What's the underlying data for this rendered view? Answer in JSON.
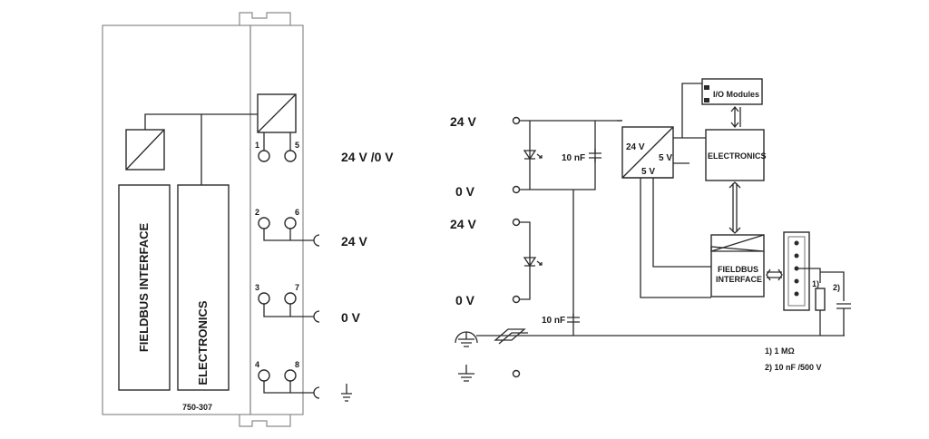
{
  "left_module": {
    "part_number": "750-307",
    "fieldbus_block_label": "FIELDBUS INTERFACE",
    "electronics_block_label": "ELECTRONICS",
    "terminals": [
      "1",
      "5",
      "2",
      "6",
      "3",
      "7",
      "4",
      "8"
    ],
    "supply_label": "24 V /0 V",
    "pin_24v_label": "24 V",
    "pin_0v_label": "0 V"
  },
  "right_schematic": {
    "input_1_24v": "24 V",
    "input_1_0v": "0 V",
    "input_2_24v": "24 V",
    "input_2_0v": "0 V",
    "cap_label_1": "10 nF",
    "cap_label_2": "10 nF",
    "converter_in": "24 V",
    "converter_out_1": "5 V",
    "converter_out_2": "5 V",
    "io_modules_label": "I/O Modules",
    "electronics_label": "ELECTRONICS",
    "fieldbus_label_line1": "FIELDBUS",
    "fieldbus_label_line2": "INTERFACE",
    "marker_1": "1)",
    "marker_2": "2)",
    "note_1": "1) 1 MΩ",
    "note_2": "2) 10 nF /500 V"
  },
  "icons": [
    "dc-dc-converter-icon",
    "terminal-screw-icon",
    "ground-icon",
    "din-rail-icon",
    "led-diode-icon",
    "capacitor-icon",
    "resistor-icon",
    "fieldbus-connector-icon"
  ]
}
